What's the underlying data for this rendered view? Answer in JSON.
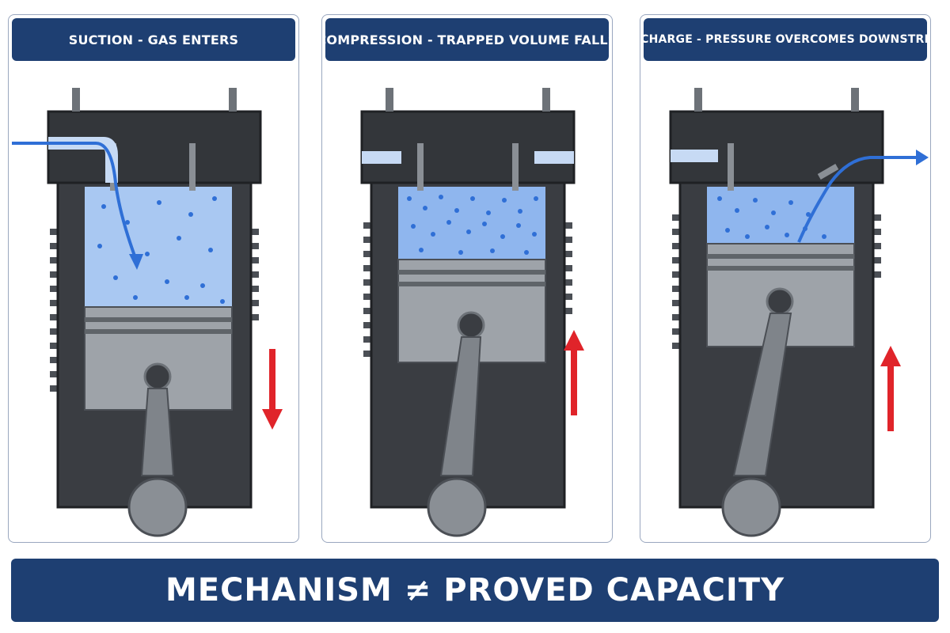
{
  "panels": [
    {
      "title": "SUCTION - GAS ENTERS",
      "stroke": "down"
    },
    {
      "title": "COMPRESSION - TRAPPED VOLUME FALLS",
      "stroke": "up"
    },
    {
      "title": "DISCHARGE - PRESSURE OVERCOMES DOWNSTREAM",
      "stroke": "up"
    }
  ],
  "footer": {
    "text": "MECHANISM ≠ PROVED CAPACITY"
  },
  "colors": {
    "header_bg": "#1e3f72",
    "gas_blue": "#2f6fd6",
    "motion_arrow_red": "#e0242a",
    "cylinder_dark": "#3a3d42"
  }
}
